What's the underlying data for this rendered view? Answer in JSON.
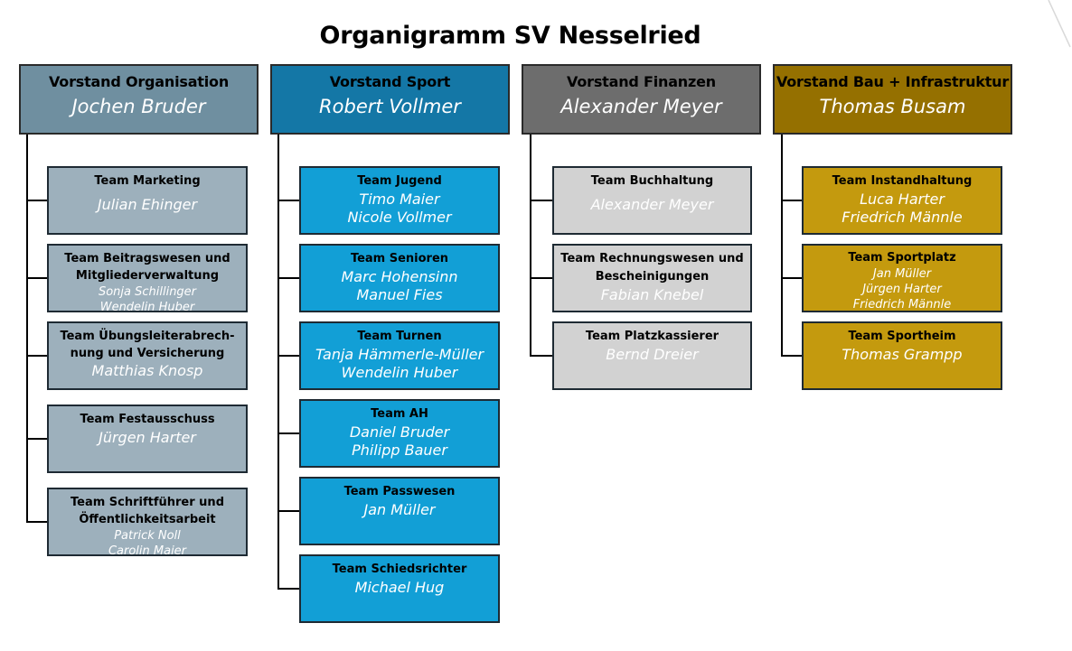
{
  "title": "Organigramm SV Nesselried",
  "colors": {
    "organisation_head": "#6f8fa0",
    "organisation_team": "#9db0bc",
    "sport_head": "#1477a6",
    "sport_team": "#129fd6",
    "finanzen_head": "#6d6d6d",
    "finanzen_team": "#d2d2d2",
    "bau_head": "#957000",
    "bau_team": "#c49a0e"
  },
  "columns": [
    {
      "head_title": "Vorstand Organisation",
      "head_name": "Jochen Bruder",
      "teams": [
        {
          "title": "Team Marketing",
          "names": [
            "Julian Ehinger"
          ]
        },
        {
          "title": "Team Beitragswesen und Mitgliederverwaltung",
          "names": [
            "Sonja Schillinger",
            "Wendelin Huber"
          ]
        },
        {
          "title": "Team Übungsleiterabrech-nung und Versicherung",
          "names": [
            "Matthias Knosp"
          ]
        },
        {
          "title": "Team Festausschuss",
          "names": [
            "Jürgen Harter"
          ]
        },
        {
          "title": "Team Schriftführer und Öffentlichkeitsarbeit",
          "names": [
            "Patrick Noll",
            "Carolin Maier"
          ]
        }
      ]
    },
    {
      "head_title": "Vorstand Sport",
      "head_name": "Robert Vollmer",
      "teams": [
        {
          "title": "Team Jugend",
          "names": [
            "Timo Maier",
            "Nicole Vollmer"
          ]
        },
        {
          "title": "Team Senioren",
          "names": [
            "Marc Hohensinn",
            "Manuel Fies"
          ]
        },
        {
          "title": "Team Turnen",
          "names": [
            "Tanja Hämmerle-Müller",
            "Wendelin Huber"
          ]
        },
        {
          "title": "Team AH",
          "names": [
            "Daniel Bruder",
            "Philipp Bauer"
          ]
        },
        {
          "title": "Team Passwesen",
          "names": [
            "Jan Müller"
          ]
        },
        {
          "title": "Team Schiedsrichter",
          "names": [
            "Michael Hug"
          ]
        }
      ]
    },
    {
      "head_title": "Vorstand Finanzen",
      "head_name": "Alexander Meyer",
      "teams": [
        {
          "title": "Team Buchhaltung",
          "names": [
            "Alexander Meyer"
          ]
        },
        {
          "title": "Team Rechnungswesen und Bescheinigungen",
          "names": [
            "Fabian Knebel"
          ]
        },
        {
          "title": "Team Platzkassierer",
          "names": [
            "Bernd Dreier"
          ]
        }
      ]
    },
    {
      "head_title": "Vorstand Bau + Infrastruktur",
      "head_name": "Thomas Busam",
      "teams": [
        {
          "title": "Team Instandhaltung",
          "names": [
            "Luca Harter",
            "Friedrich Männle"
          ]
        },
        {
          "title": "Team Sportplatz",
          "names": [
            "Jan Müller",
            "Jürgen Harter",
            "Friedrich Männle"
          ]
        },
        {
          "title": "Team Sportheim",
          "names": [
            "Thomas Grampp"
          ]
        }
      ]
    }
  ]
}
